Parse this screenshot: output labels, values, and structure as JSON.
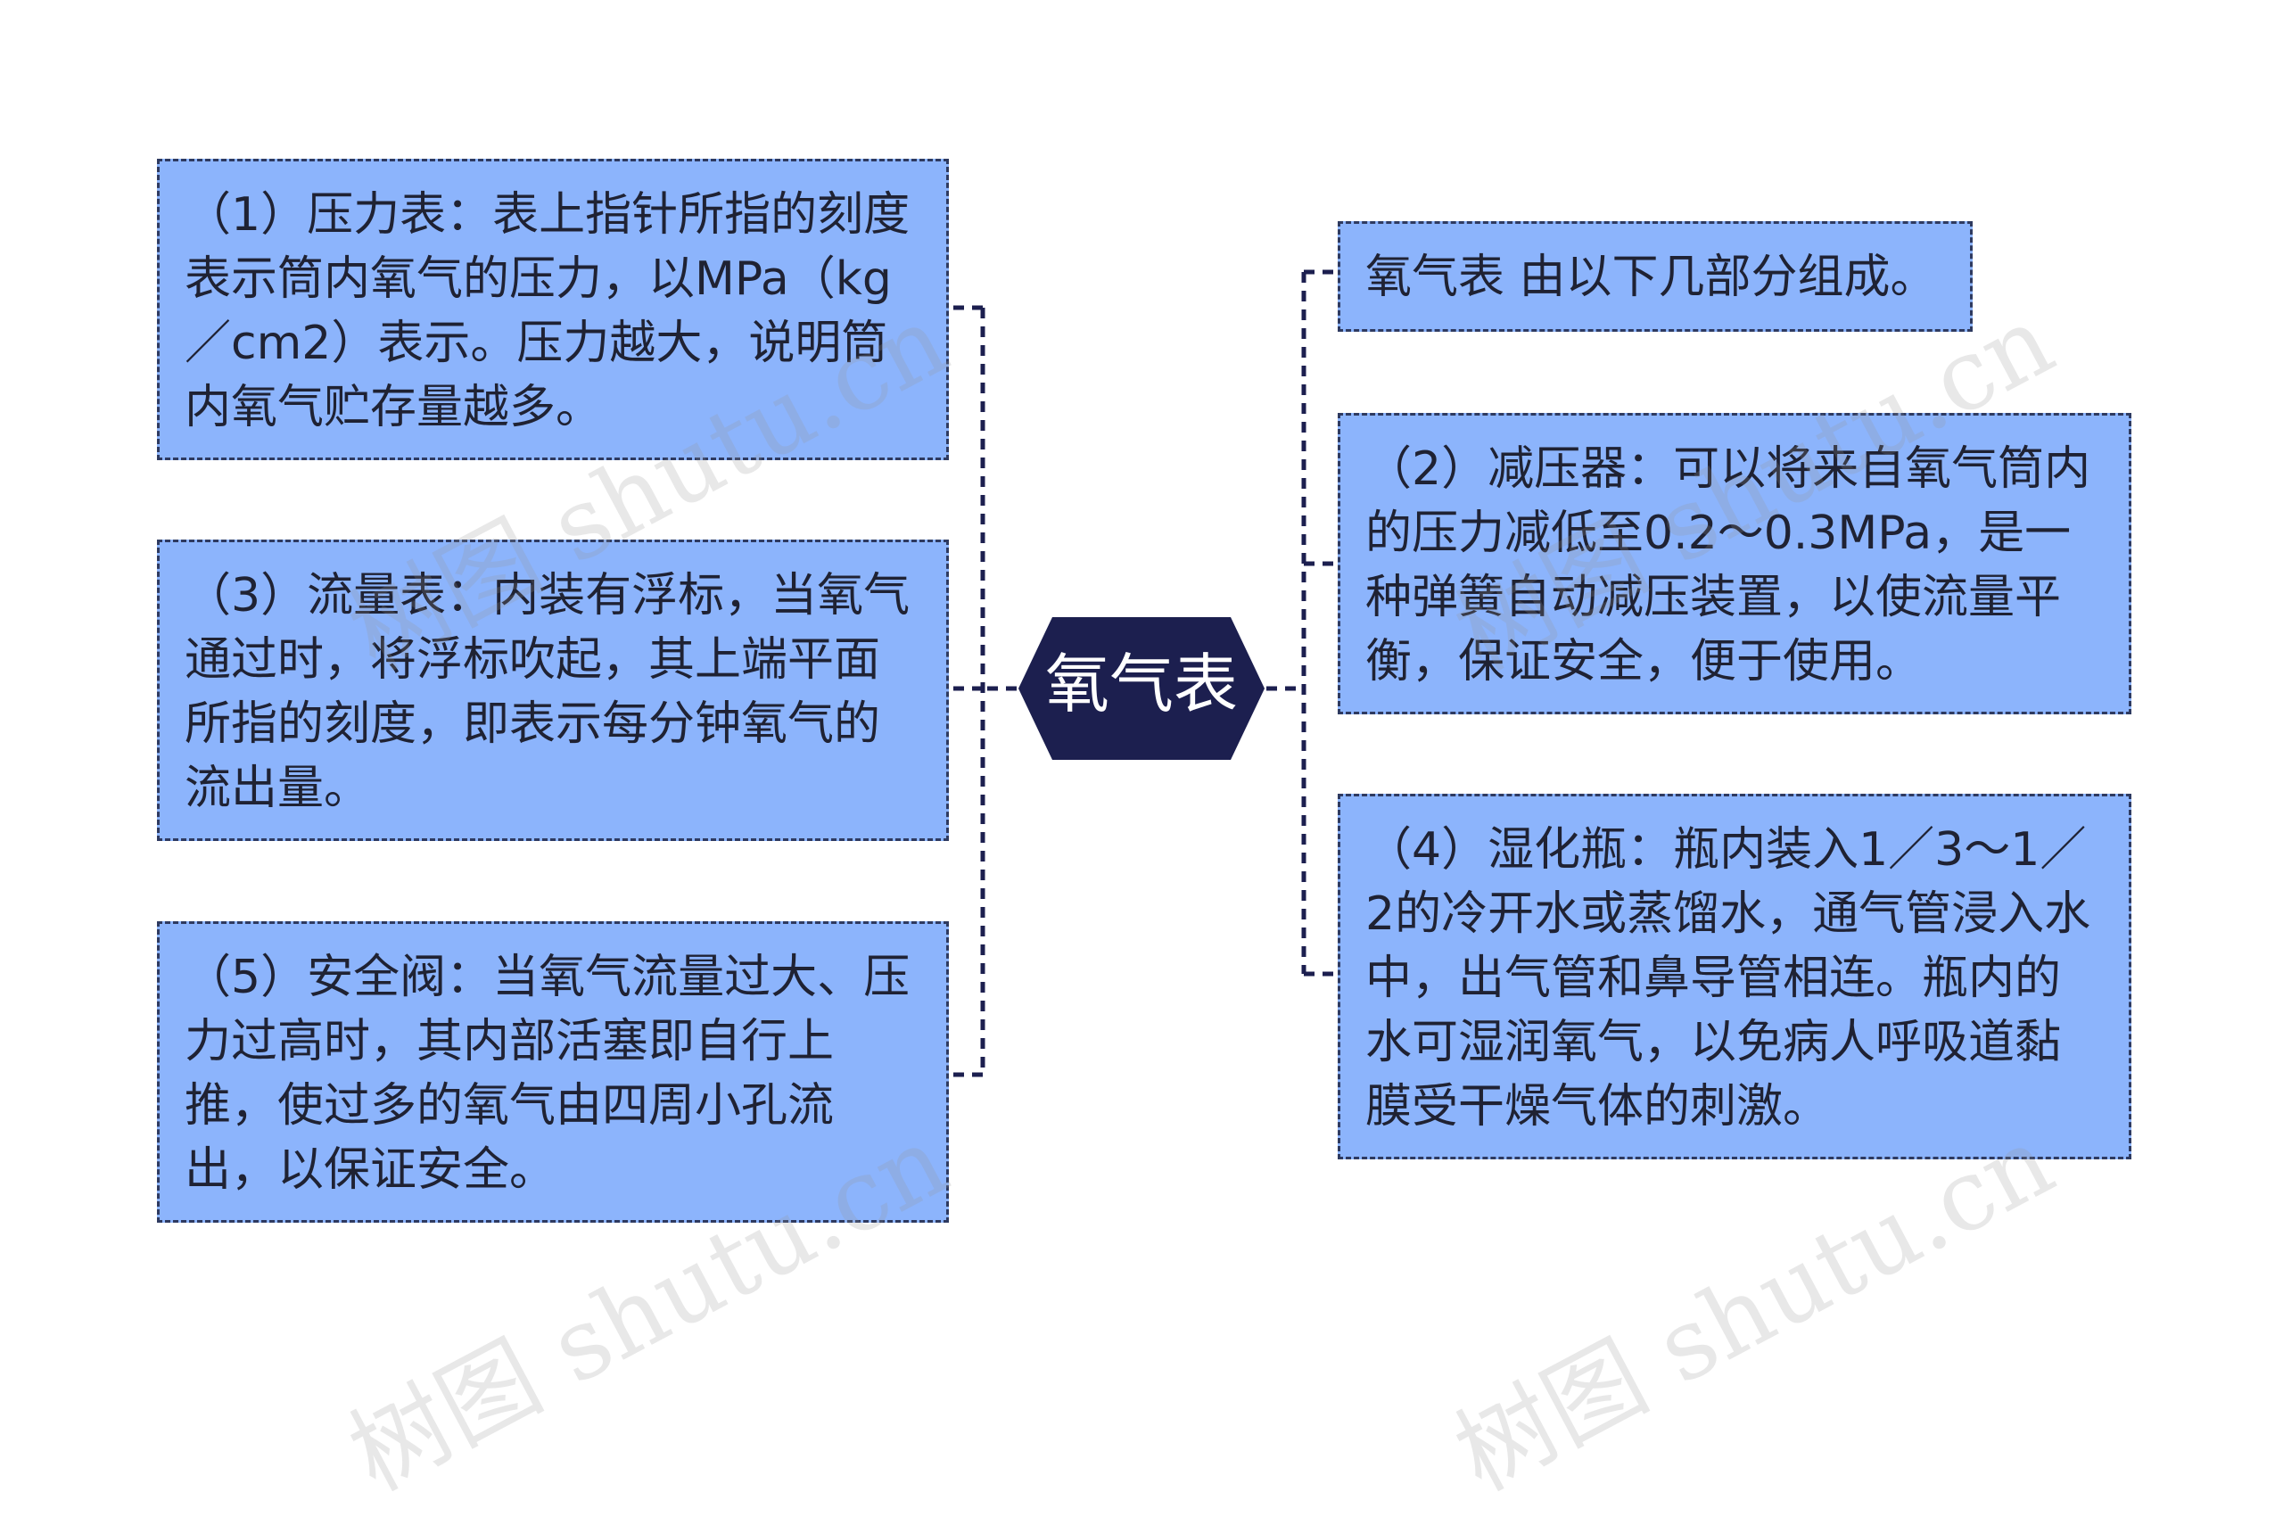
{
  "root": {
    "label": "氧气表"
  },
  "nodes": {
    "n1": "（1）压力表：表上指针所指的刻度表示筒内氧气的压力，以MPa（kg／cm2）表示。压力越大，说明筒内氧气贮存量越多。",
    "n3": "（3）流量表：内装有浮标，当氧气通过时，将浮标吹起，其上端平面所指的刻度，即表示每分钟氧气的流出量。",
    "n5": "（5）安全阀：当氧气流量过大、压力过高时，其内部活塞即自行上推，使过多的氧气由四周小孔流出，以保证安全。",
    "nIntro": "氧气表 由以下几部分组成。",
    "n2": "（2）减压器：可以将来自氧气筒内的压力减低至0.2～0.3MPa，是一种弹簧自动减压装置，以使流量平衡，保证安全，便于使用。",
    "n4": "（4）湿化瓶：瓶内装入1／3～1／2的冷开水或蒸馏水，通气管浸入水中，出气管和鼻导管相连。瓶内的水可湿润氧气，以免病人呼吸道黏膜受干燥气体的刺激。"
  },
  "watermark": {
    "text": "树图 shutu.cn"
  },
  "colors": {
    "node_fill": "#8cb4fc",
    "node_border": "#2e3a60",
    "root_fill": "#1c1f4f",
    "root_text": "#ffffff",
    "connector": "#1c1f4f"
  }
}
